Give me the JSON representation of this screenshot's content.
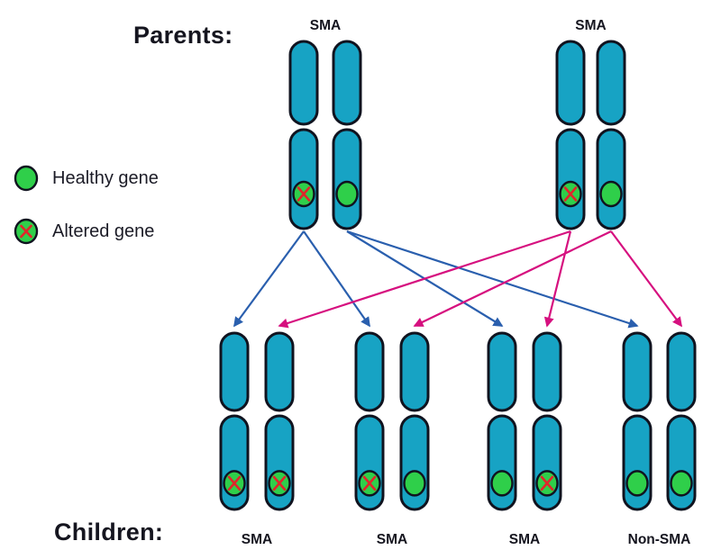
{
  "labels": {
    "parents": "Parents:",
    "children": "Children:"
  },
  "legend": [
    {
      "id": "healthy",
      "label": "Healthy gene"
    },
    {
      "id": "altered",
      "label": "Altered gene"
    }
  ],
  "parents": [
    {
      "label": "SMA",
      "chromosomes": [
        {
          "gene": "altered"
        },
        {
          "gene": "healthy"
        }
      ]
    },
    {
      "label": "SMA",
      "chromosomes": [
        {
          "gene": "altered"
        },
        {
          "gene": "healthy"
        }
      ]
    }
  ],
  "children": [
    {
      "label": "SMA",
      "chromosomes": [
        {
          "gene": "altered"
        },
        {
          "gene": "altered"
        }
      ]
    },
    {
      "label": "SMA",
      "chromosomes": [
        {
          "gene": "altered"
        },
        {
          "gene": "healthy"
        }
      ]
    },
    {
      "label": "SMA",
      "chromosomes": [
        {
          "gene": "healthy"
        },
        {
          "gene": "altered"
        }
      ]
    },
    {
      "label": "Non-SMA",
      "chromosomes": [
        {
          "gene": "healthy"
        },
        {
          "gene": "healthy"
        }
      ]
    }
  ],
  "inheritance": [
    {
      "parent": 0,
      "parentChromosome": 0,
      "child": 0,
      "childChromosome": 0,
      "gene": "altered"
    },
    {
      "parent": 0,
      "parentChromosome": 0,
      "child": 1,
      "childChromosome": 0,
      "gene": "altered"
    },
    {
      "parent": 0,
      "parentChromosome": 1,
      "child": 2,
      "childChromosome": 0,
      "gene": "healthy"
    },
    {
      "parent": 0,
      "parentChromosome": 1,
      "child": 3,
      "childChromosome": 0,
      "gene": "healthy"
    },
    {
      "parent": 1,
      "parentChromosome": 0,
      "child": 0,
      "childChromosome": 1,
      "gene": "altered"
    },
    {
      "parent": 1,
      "parentChromosome": 0,
      "child": 2,
      "childChromosome": 1,
      "gene": "altered"
    },
    {
      "parent": 1,
      "parentChromosome": 1,
      "child": 1,
      "childChromosome": 1,
      "gene": "healthy"
    },
    {
      "parent": 1,
      "parentChromosome": 1,
      "child": 3,
      "childChromosome": 1,
      "gene": "healthy"
    }
  ],
  "colors": {
    "chromosome_fill": "#17a3c4",
    "chromosome_stroke": "#10131f",
    "gene_fill": "#2fcf4a",
    "gene_stroke": "#10131f",
    "altered_x": "#e0262b",
    "arrow_parent1": "#2a5fae",
    "arrow_parent2": "#d6107f",
    "text": "#15151f"
  }
}
